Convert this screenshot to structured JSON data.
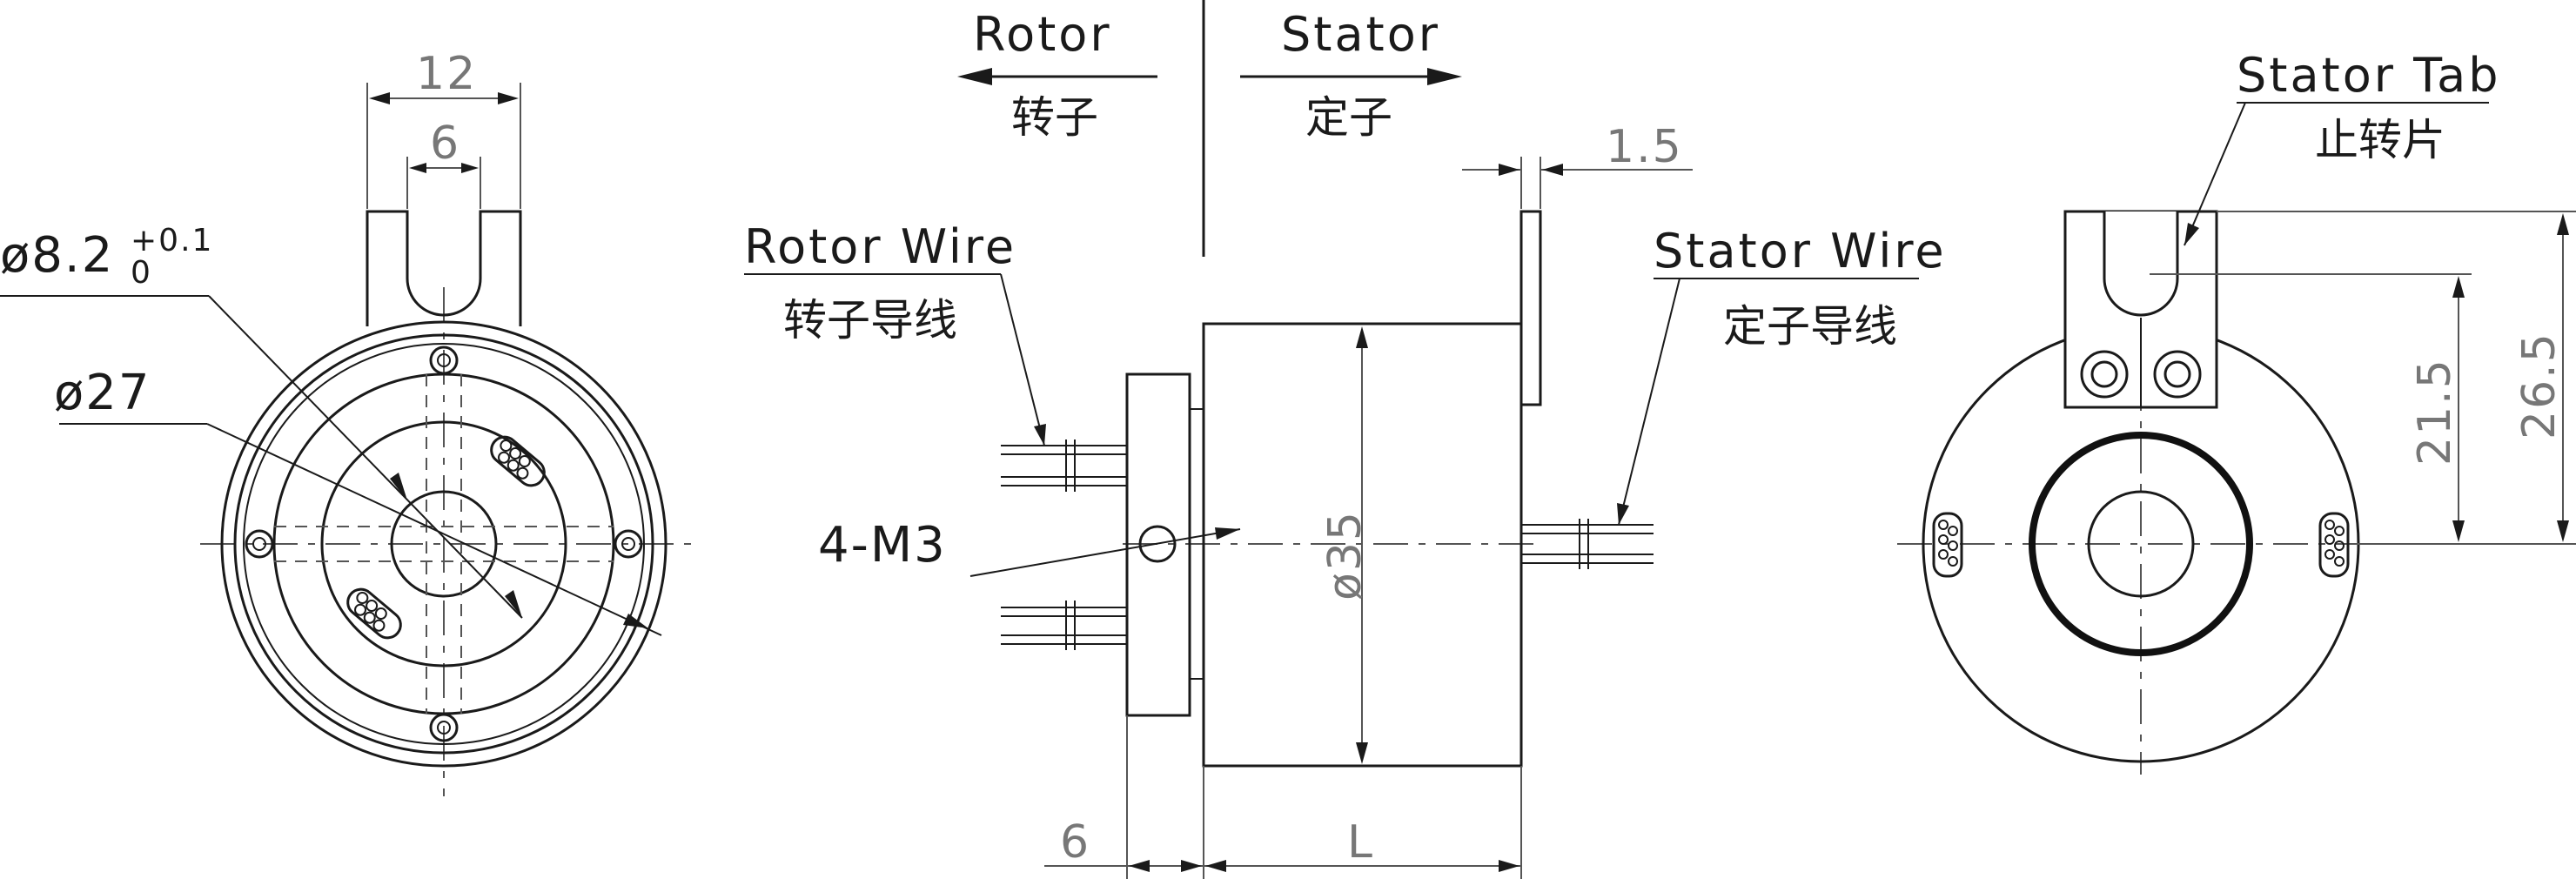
{
  "header": {
    "rotor_label": "Rotor",
    "rotor_cn": "转子",
    "stator_label": "Stator",
    "stator_cn": "定子"
  },
  "front_view": {
    "dim_width_outer": "12",
    "dim_width_inner": "6",
    "dim_bore": "ø8.2",
    "dim_bore_tol_upper": "+0.1",
    "dim_bore_tol_lower": "0",
    "dim_diameter": "ø27"
  },
  "side_view": {
    "rotor_wire_label": "Rotor Wire",
    "rotor_wire_cn": "转子导线",
    "stator_wire_label": "Stator Wire",
    "stator_wire_cn": "定子导线",
    "screw_label": "4-M3",
    "dim_tab_thickness": "1.5",
    "dim_body_diameter": "ø35",
    "dim_flange": "6",
    "dim_length": "L"
  },
  "rear_view": {
    "stator_tab_label": "Stator Tab",
    "stator_tab_cn": "止转片",
    "dim_slot_height": "21.5",
    "dim_tab_height": "26.5"
  }
}
